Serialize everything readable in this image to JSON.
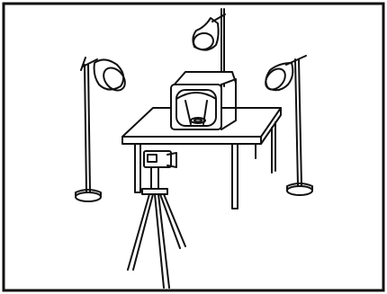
{
  "illustration": {
    "subject": "",
    "ink_color": "#111111",
    "paper_color": "#ffffff",
    "objects": [
      "box-frame",
      "camera-on-tripod",
      "table",
      "light-tent-box",
      "left-floor-lamp",
      "top-floor-lamp",
      "right-floor-lamp"
    ]
  }
}
